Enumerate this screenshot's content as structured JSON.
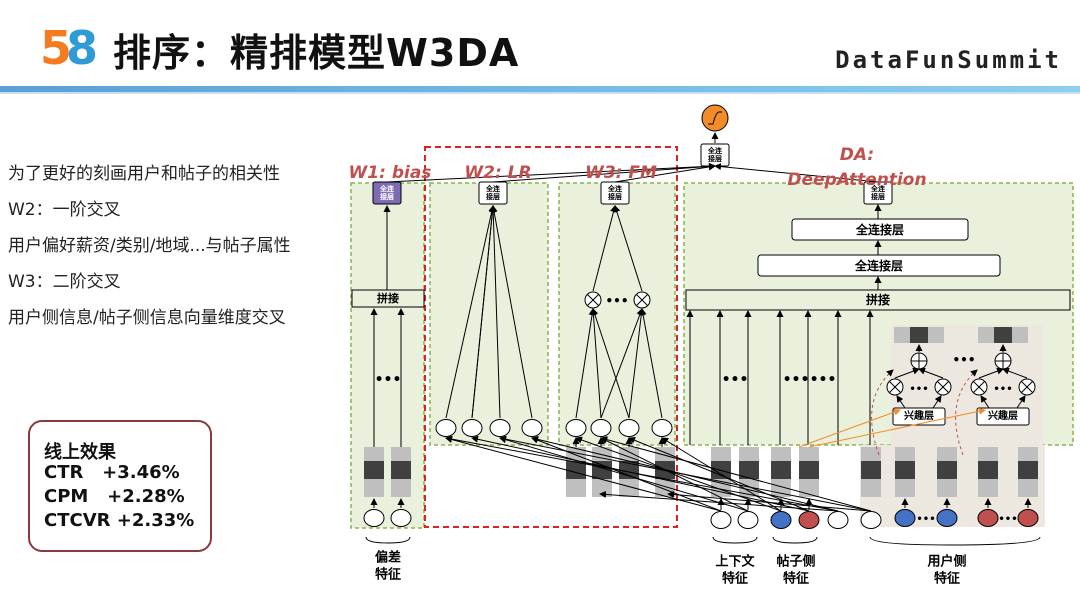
{
  "header": {
    "logo_text": "58",
    "title": "排序：精排模型W3DA",
    "brand": "DataFunSummit"
  },
  "bullets": [
    "为了更好的刻画用户和帖子的相关性",
    "W2：一阶交叉",
    "用户偏好薪资/类别/地域...与帖子属性",
    "W3：二阶交叉",
    "用户侧信息/帖子侧信息向量维度交叉"
  ],
  "results": {
    "title": "线上效果",
    "metrics": [
      {
        "name": "CTR",
        "value": "+3.46%"
      },
      {
        "name": "CPM",
        "value": "+2.28%"
      },
      {
        "name": "CTCVR",
        "value": "+2.33%"
      }
    ]
  },
  "diagram": {
    "section_labels": {
      "w1": "W1: bias",
      "w2": "W2: LR",
      "w3": "W3: FM",
      "da_line1": "DA:",
      "da_line2": "DeepAttention"
    },
    "fc_small": "全连\n接层",
    "fc_layer": "全连接层",
    "concat": "拼接",
    "interest_layer": "兴趣层",
    "ellipsis": "•••",
    "bottom_labels": {
      "bias": "偏差\n特征",
      "context": "上下文\n特征",
      "post": "帖子侧\n特征",
      "user": "用户侧\n特征"
    },
    "colors": {
      "green_fill": "#e9f0dc",
      "green_border": "#8ab34a",
      "red_dash": "#e02020",
      "label_red": "#c0504d",
      "orange": "#f28c28",
      "blue_node": "#4472c4",
      "red_node": "#c0504d",
      "purple_node": "#7f6bb3",
      "embed_dark": "#404040",
      "embed_light": "#bfbfbf"
    }
  }
}
